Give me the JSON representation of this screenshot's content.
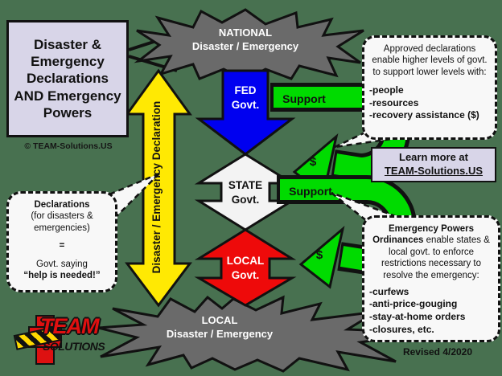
{
  "colors": {
    "background": "#487150",
    "panel_lavender": "#d8d5e8",
    "starburst_gray": "#6a6a6a",
    "fed_blue": "#0000f0",
    "state_white": "#f3f3f3",
    "local_red": "#ee0a0a",
    "declaration_yellow": "#ffe903",
    "support_green": "#00db00"
  },
  "title_box": {
    "title": "Disaster & Emergency Declarations AND Emergency Powers",
    "copyright": "© TEAM-Solutions.US"
  },
  "starbursts": {
    "national": {
      "line1": "NATIONAL",
      "line2": "Disaster / Emergency"
    },
    "local": {
      "line1": "LOCAL",
      "line2": "Disaster / Emergency"
    }
  },
  "flow": {
    "declaration_arrow_label": "Disaster / Emergency Declaration",
    "fed": {
      "line1": "FED",
      "line2": "Govt."
    },
    "state": {
      "line1": "STATE",
      "line2": "Govt."
    },
    "local": {
      "line1": "LOCAL",
      "line2": "Govt."
    },
    "support_top": {
      "label": "Support",
      "dollar": "$"
    },
    "support_bottom": {
      "label": "Support",
      "dollar": "$"
    }
  },
  "bubble_approved": {
    "paragraph": "Approved declarations enable higher levels of govt. to support lower levels with:",
    "items": [
      "-people",
      "-resources",
      "-recovery assistance ($)"
    ]
  },
  "learn_more": {
    "line1": "Learn more at",
    "line2": "TEAM-Solutions.US"
  },
  "bubble_declarations": {
    "heading": "Declarations",
    "subheading": "(for disasters & emergencies)",
    "equals": "=",
    "line1": "Govt. saying",
    "line2": "“help is needed!”"
  },
  "bubble_powers": {
    "lead_bold": "Emergency Powers Ordinances",
    "lead_rest": " enable states & local govt. to enforce restrictions necessary to resolve the emergency:",
    "items": [
      "-curfews",
      "-anti-price-gouging",
      "-stay-at-home orders",
      "-closures, etc."
    ]
  },
  "logo": {
    "team": "TEAM",
    "solutions": "SOLUTIONS"
  },
  "revised_label": "Revised 4/2020"
}
